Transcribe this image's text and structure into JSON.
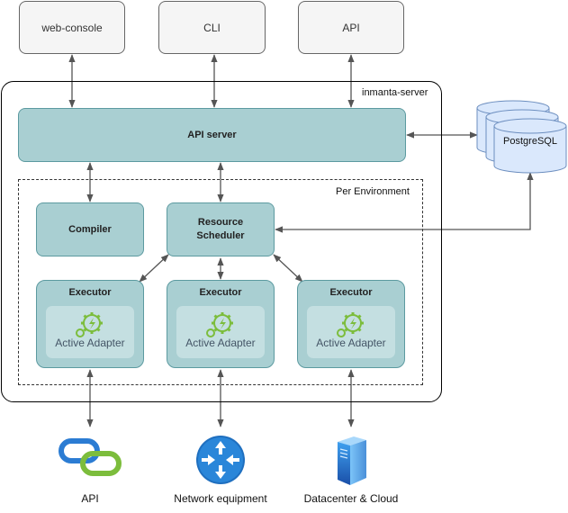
{
  "clients": {
    "web_console": "web-console",
    "cli": "CLI",
    "api": "API"
  },
  "server": {
    "label": "inmanta-server",
    "api_server": "API server",
    "per_environment": "Per Environment",
    "compiler": "Compiler",
    "resource_scheduler_line1": "Resource",
    "resource_scheduler_line2": "Scheduler"
  },
  "executors": [
    {
      "title": "Executor",
      "adapter": "Active Adapter"
    },
    {
      "title": "Executor",
      "adapter": "Active Adapter"
    },
    {
      "title": "Executor",
      "adapter": "Active Adapter"
    }
  ],
  "database": {
    "label": "PostgreSQL"
  },
  "targets": [
    {
      "label": "API",
      "icon": "chain-link-icon"
    },
    {
      "label": "Network equipment",
      "icon": "network-router-icon"
    },
    {
      "label": "Datacenter & Cloud",
      "icon": "server-tower-icon"
    }
  ],
  "colors": {
    "component_fill": "#a9cfd2",
    "component_border": "#5c9aa0",
    "adapter_fill": "#c4dfe1",
    "gear_green": "#7cbd3c",
    "db_fill": "#dae8fc",
    "db_border": "#6c8ebf",
    "client_fill": "#f5f5f5"
  }
}
